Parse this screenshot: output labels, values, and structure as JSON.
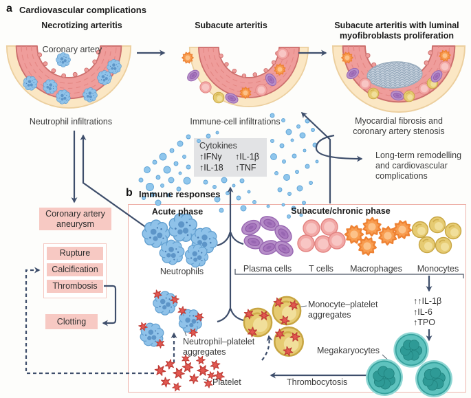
{
  "panel_a": {
    "tag": "a",
    "title": "Cardiovascular complications",
    "stage1_title": "Necrotizing arteritis",
    "stage2_title": "Subacute arteritis",
    "stage3_title": "Subacute arteritis with luminal myofibroblasts proliferation",
    "artery_label": "Coronary artery",
    "stage1_caption": "Neutrophil infiltrations",
    "stage2_caption": "Immune-cell infiltrations",
    "stage3_caption": "Myocardial fibrosis and coronary artery stenosis",
    "long_term_note": "Long-term remodelling and cardiovascular complications",
    "cytokines_box": {
      "title": "Cytokines",
      "items": [
        "↑IFNγ",
        "↑IL-18",
        "↑IL-1β",
        "↑TNF"
      ]
    },
    "flow": {
      "aneurysm": "Coronary artery aneurysm",
      "rupture": "Rupture",
      "calcification": "Calcification",
      "thrombosis": "Thrombosis",
      "clotting": "Clotting"
    }
  },
  "panel_b": {
    "tag": "b",
    "title": "Immune responses",
    "acute_title": "Acute phase",
    "subacute_title": "Subacute/chronic phase",
    "neutrophils_label": "Neutrophils",
    "cell_labels": [
      "Plasma cells",
      "T cells",
      "Macrophages",
      "Monocytes"
    ],
    "neutrophil_aggregates": "Neutrophil–platelet aggregates",
    "monocyte_aggregates": "Monocyte–platelet aggregates",
    "platelet_label": "Platelet",
    "mediators": [
      "↑↑IL-1β",
      "↑IL-6",
      "↑TPO"
    ],
    "megakaryocytes_label": "Megakaryocytes",
    "thrombocytosis_label": "Thrombocytosis"
  },
  "colors": {
    "arrow": "#3e4e6b",
    "panel_border": "#eeb2aa",
    "flow_box_fill": "#f7c9c3",
    "cytokine_box_fill": "#e2e3e5",
    "neutrophil": "#8fc2e9",
    "plasma_cell": "#b78fc9",
    "t_cell": "#f2a8a6",
    "macrophage": "#f89c4f",
    "monocyte": "#e6cb72",
    "megakaryocyte": "#5ec2be",
    "platelet": "#e25750",
    "artery_wall": "#ef9d9b",
    "artery_adventitia": "#fbe7c4"
  }
}
